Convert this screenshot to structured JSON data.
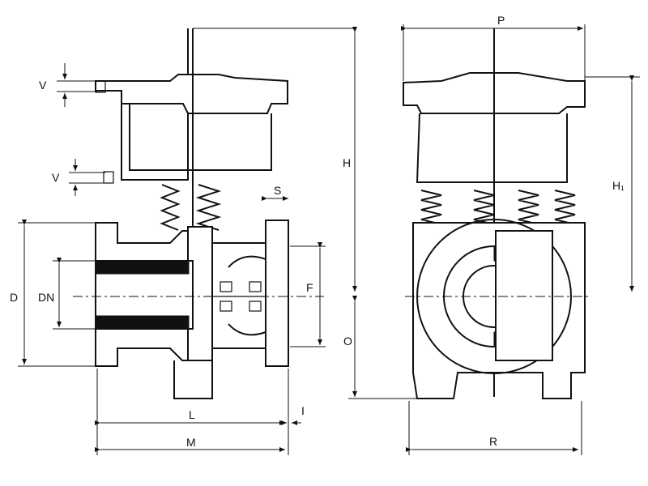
{
  "drawing": {
    "labels": {
      "V_top": "V",
      "V_mid": "V",
      "D": "D",
      "DN": "DN",
      "L": "L",
      "M": "M",
      "S": "S",
      "F": "F",
      "I": "I",
      "H": "H",
      "O": "O",
      "P": "P",
      "R": "R",
      "H1": "H₁"
    }
  }
}
